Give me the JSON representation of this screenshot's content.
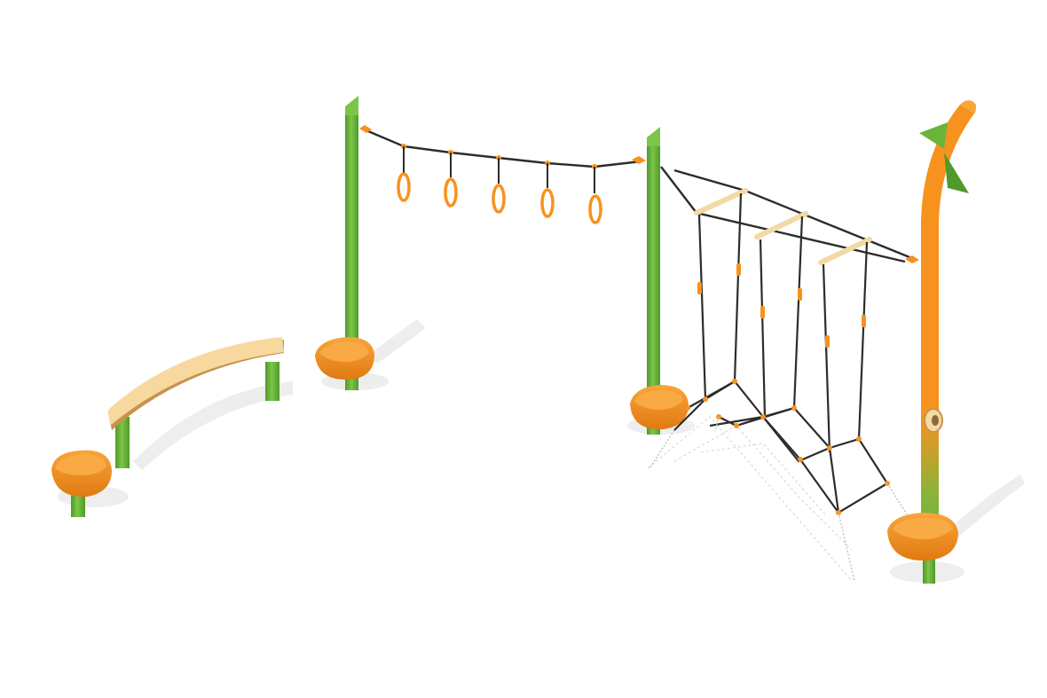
{
  "scene": {
    "subject": "playground-obstacle-course",
    "colors": {
      "post_green": "#6ab43a",
      "post_green_dark": "#4f9a2a",
      "post_orange": "#f7921e",
      "post_orange_dark": "#e4771a",
      "stepping_stone": "#f7961f",
      "stepping_stone_dark": "#e07a12",
      "bench_top": "#f7d9a0",
      "bench_side": "#c9924e",
      "rope": "#2c2c2c",
      "ring": "#f7921e",
      "wood_rung": "#f3d9a4",
      "shadow": "#e9e9e9"
    },
    "components": {
      "rings_count": 5,
      "rungs_count": 3,
      "stepping_stones_count": 4
    }
  }
}
